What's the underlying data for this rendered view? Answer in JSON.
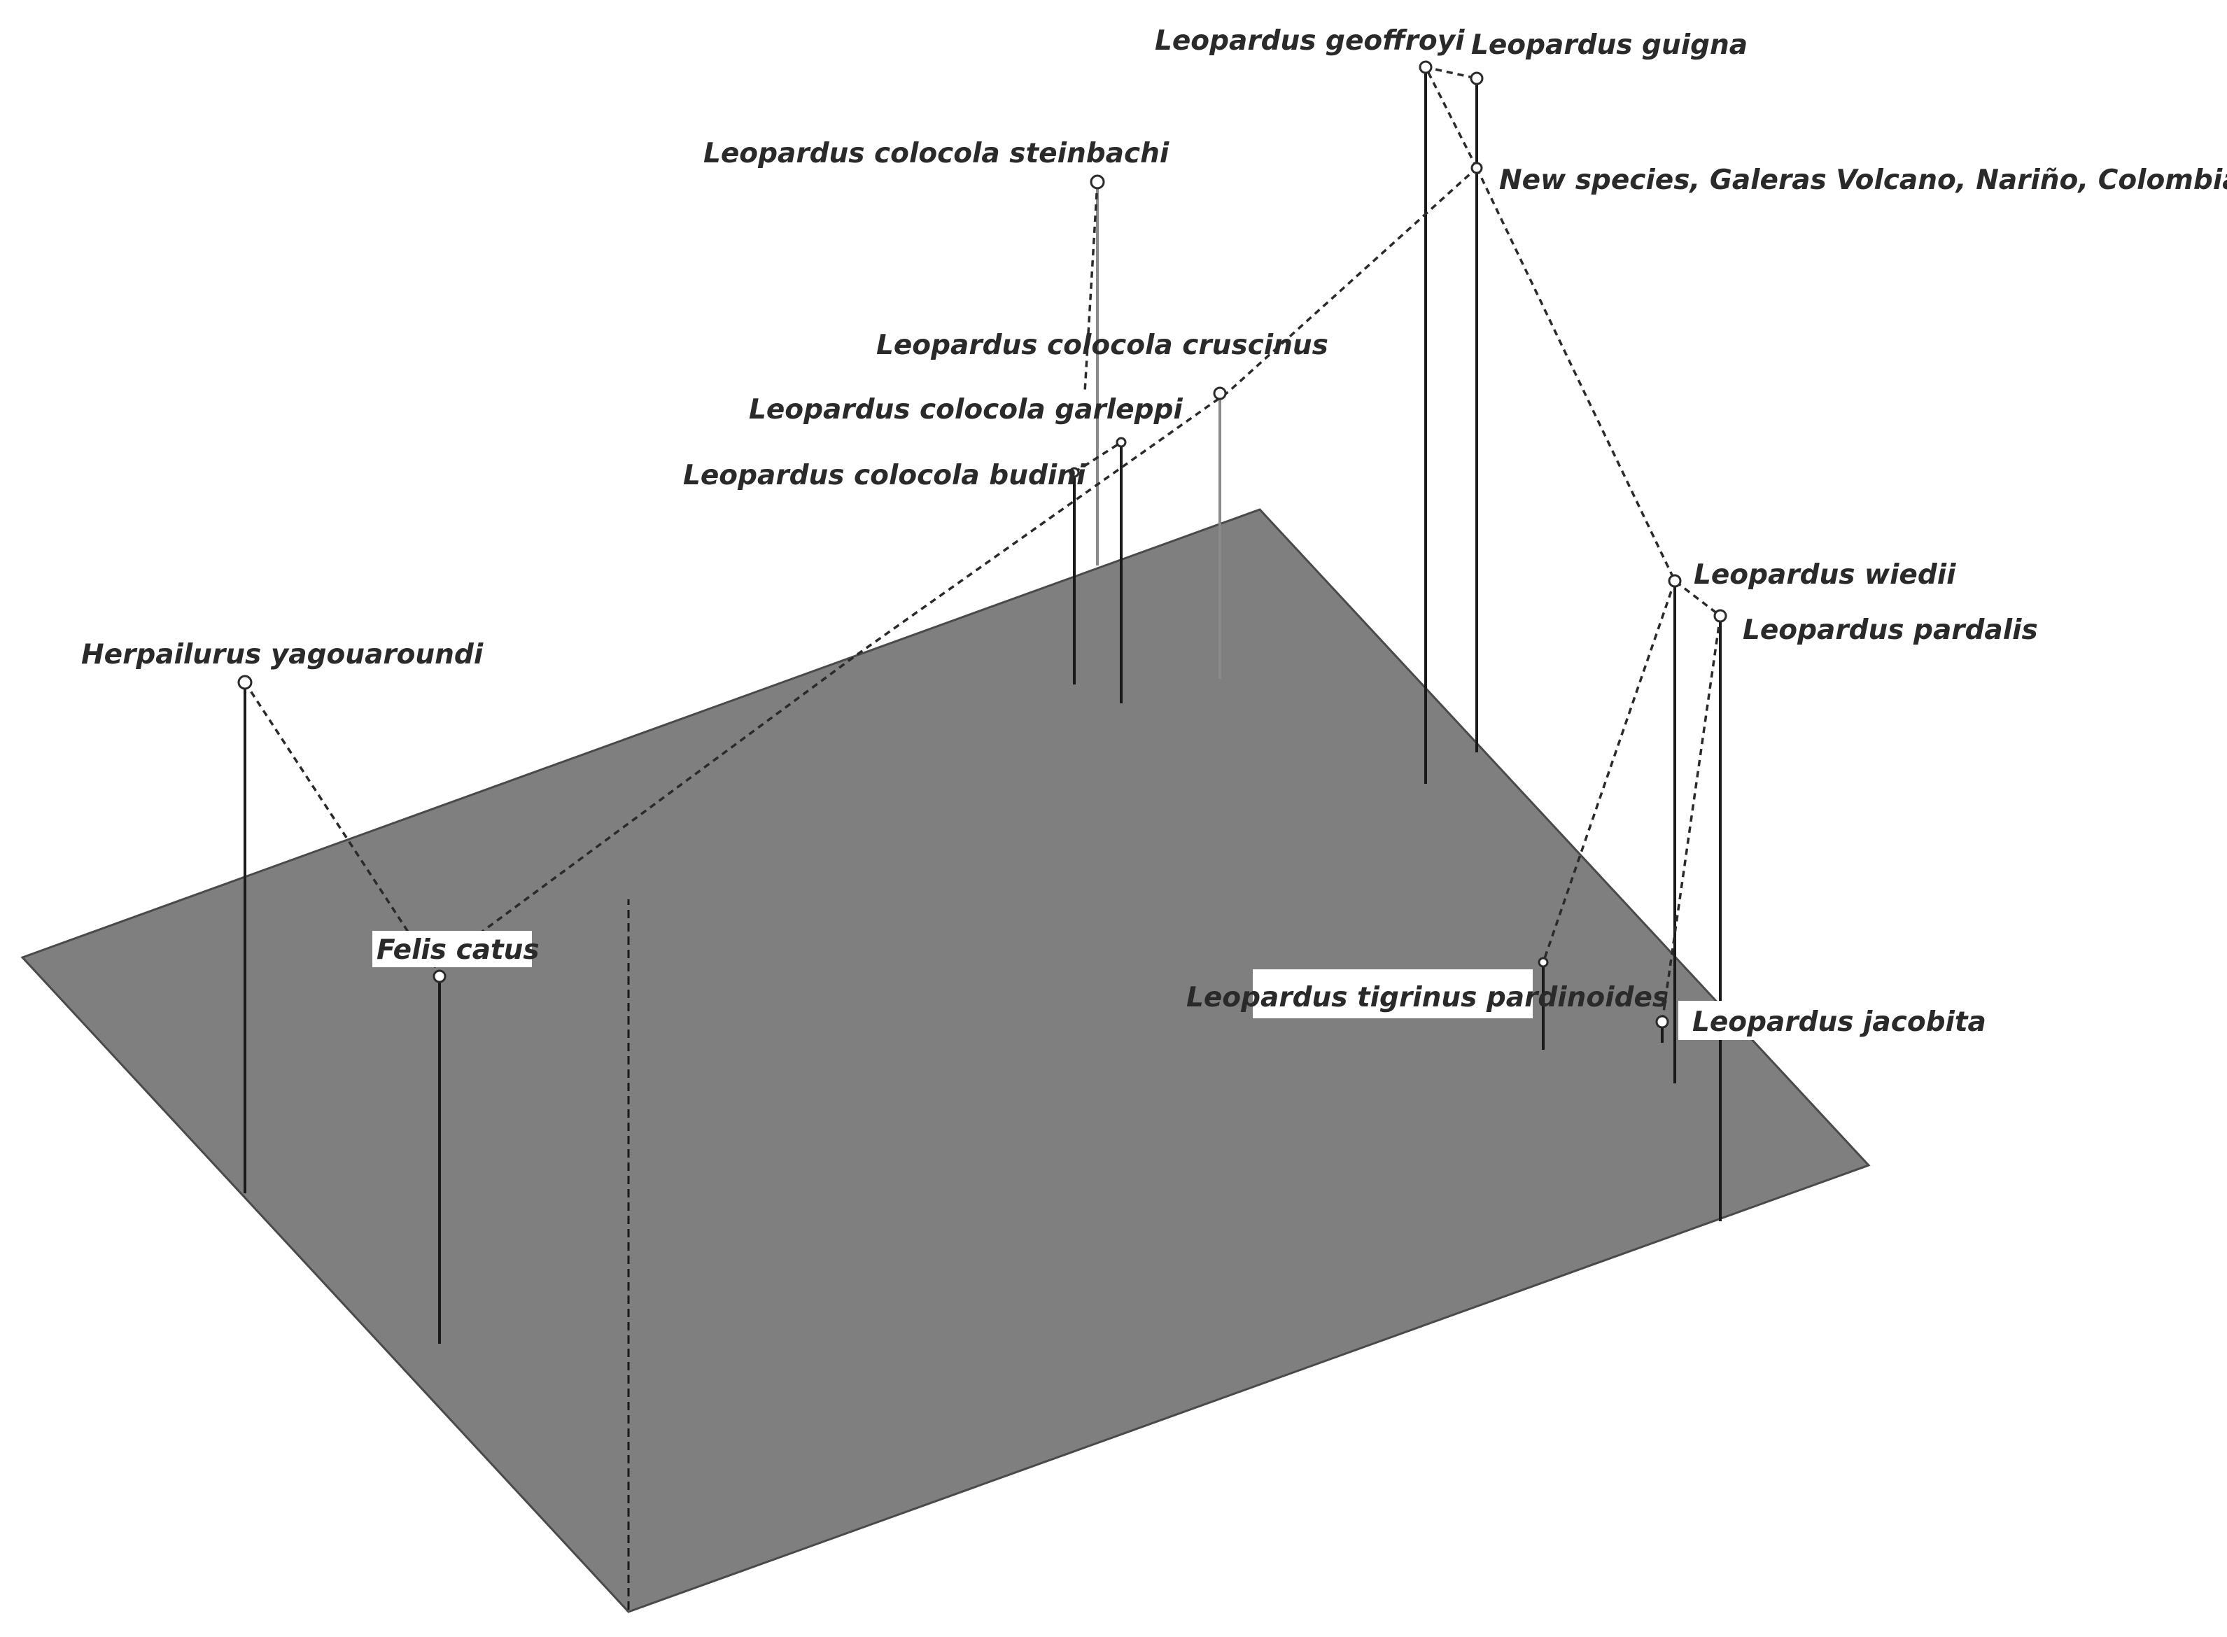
{
  "diagram": {
    "type": "3d-phylomorphospace",
    "plane_color": "#7f7f7f",
    "line_color": "#1a1a1a",
    "background": "#ffffff",
    "taxa": [
      {
        "id": "geoffroyi",
        "label": "Leopardus geoffroyi"
      },
      {
        "id": "guigna",
        "label": "Leopardus guigna"
      },
      {
        "id": "new_species",
        "label": "New species, Galeras Volcano, Nariño, Colombia"
      },
      {
        "id": "steinbachi",
        "label": "Leopardus colocola steinbachi"
      },
      {
        "id": "cruscinus",
        "label": "Leopardus colocola cruscinus"
      },
      {
        "id": "garleppi",
        "label": "Leopardus colocola garleppi"
      },
      {
        "id": "budini",
        "label": "Leopardus colocola budini"
      },
      {
        "id": "wiedii",
        "label": "Leopardus wiedii"
      },
      {
        "id": "pardalis",
        "label": "Leopardus pardalis"
      },
      {
        "id": "yagouaroundi",
        "label": "Herpailurus yagouaroundi"
      },
      {
        "id": "felis",
        "label": "Felis catus"
      },
      {
        "id": "tigrinus",
        "label": "Leopardus tigrinus pardinoides"
      },
      {
        "id": "jacobita",
        "label": "Leopardus jacobita"
      }
    ]
  }
}
